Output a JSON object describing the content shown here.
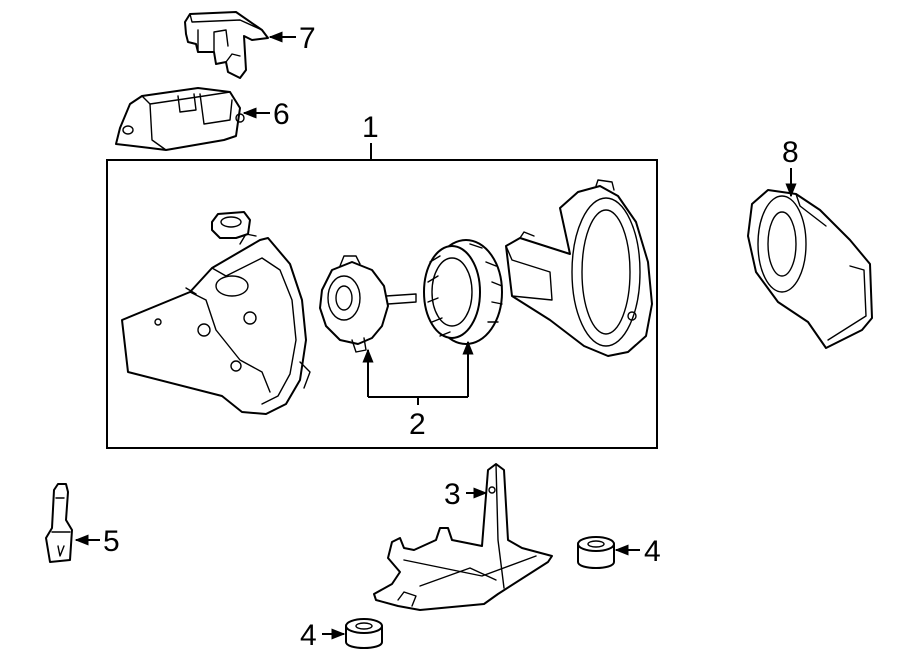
{
  "diagram": {
    "callouts": [
      {
        "id": "c1",
        "text": "1"
      },
      {
        "id": "c2",
        "text": "2"
      },
      {
        "id": "c3",
        "text": "3"
      },
      {
        "id": "c4a",
        "text": "4"
      },
      {
        "id": "c4b",
        "text": "4"
      },
      {
        "id": "c5",
        "text": "5"
      },
      {
        "id": "c6",
        "text": "6"
      },
      {
        "id": "c7",
        "text": "7"
      },
      {
        "id": "c8",
        "text": "8"
      }
    ]
  }
}
